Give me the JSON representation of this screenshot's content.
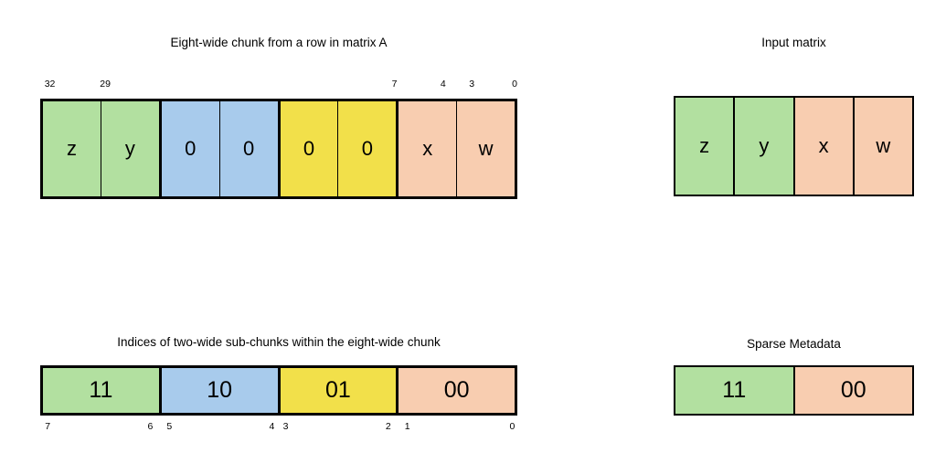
{
  "colors": {
    "green": "#b2e0a0",
    "blue": "#a8cbec",
    "yellow": "#f2e04a",
    "peach": "#f8cdb0",
    "border": "#000000",
    "background": "#ffffff"
  },
  "panels": {
    "chunk": {
      "title": "Eight-wide chunk from a row in matrix A",
      "cells": [
        {
          "label": "z",
          "color": "green",
          "group": 0
        },
        {
          "label": "y",
          "color": "green",
          "group": 0
        },
        {
          "label": "0",
          "color": "blue",
          "group": 1
        },
        {
          "label": "0",
          "color": "blue",
          "group": 1
        },
        {
          "label": "0",
          "color": "yellow",
          "group": 2
        },
        {
          "label": "0",
          "color": "yellow",
          "group": 2
        },
        {
          "label": "x",
          "color": "peach",
          "group": 3
        },
        {
          "label": "w",
          "color": "peach",
          "group": 3
        }
      ],
      "ticks": [
        {
          "label": "32",
          "pos": 0.9
        },
        {
          "label": "29",
          "pos": 12.5
        },
        {
          "label": "7",
          "pos": 74.8
        },
        {
          "label": "4",
          "pos": 85.0
        },
        {
          "label": "3",
          "pos": 91.0
        },
        {
          "label": "0",
          "pos": 100.0
        }
      ]
    },
    "input_matrix": {
      "title": "Input matrix",
      "cells": [
        {
          "label": "z",
          "color": "green"
        },
        {
          "label": "y",
          "color": "green"
        },
        {
          "label": "x",
          "color": "peach"
        },
        {
          "label": "w",
          "color": "peach"
        }
      ]
    },
    "indices": {
      "title": "Indices of two-wide sub-chunks within the eight-wide chunk",
      "cells": [
        {
          "label": "11",
          "color": "green"
        },
        {
          "label": "10",
          "color": "blue"
        },
        {
          "label": "01",
          "color": "yellow"
        },
        {
          "label": "00",
          "color": "peach"
        }
      ],
      "ticks": [
        {
          "label": "7",
          "pos": 1.0
        },
        {
          "label": "6",
          "pos": 22.5
        },
        {
          "label": "5",
          "pos": 26.5
        },
        {
          "label": "4",
          "pos": 48.0
        },
        {
          "label": "3",
          "pos": 52.0
        },
        {
          "label": "2",
          "pos": 73.5
        },
        {
          "label": "1",
          "pos": 77.5
        },
        {
          "label": "0",
          "pos": 99.5
        }
      ]
    },
    "sparse_metadata": {
      "title": "Sparse Metadata",
      "cells": [
        {
          "label": "11",
          "color": "green"
        },
        {
          "label": "00",
          "color": "peach"
        }
      ]
    }
  }
}
